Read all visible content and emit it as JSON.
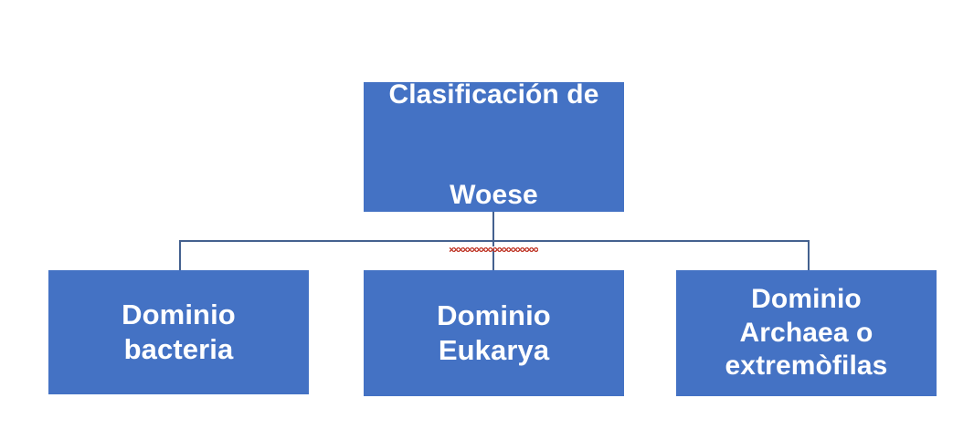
{
  "diagram": {
    "type": "hierarchy-org-chart",
    "background_color": "#FFFFFF",
    "node_fill_color": "#4472C4",
    "node_text_color": "#FFFFFF",
    "connector_color": "#44618F",
    "spellcheck_underline_color": "#C0392B",
    "root": {
      "label_line1": "Clasificación de",
      "label_line2": "Woese",
      "full_label": "Clasificación de Woese",
      "underlined_word": "Woese",
      "has_spellcheck_squiggle": true
    },
    "children": [
      {
        "id": "dominio-bacteria",
        "label": "Dominio\nbacteria",
        "full_label": "Dominio bacteria"
      },
      {
        "id": "dominio-eukarya",
        "label": "Dominio\nEukarya",
        "full_label": "Dominio Eukarya"
      },
      {
        "id": "dominio-archaea",
        "label": "Dominio\nArchaea o\nextremòfilas",
        "full_label": "Dominio Archaea o extremòfilas"
      }
    ]
  }
}
